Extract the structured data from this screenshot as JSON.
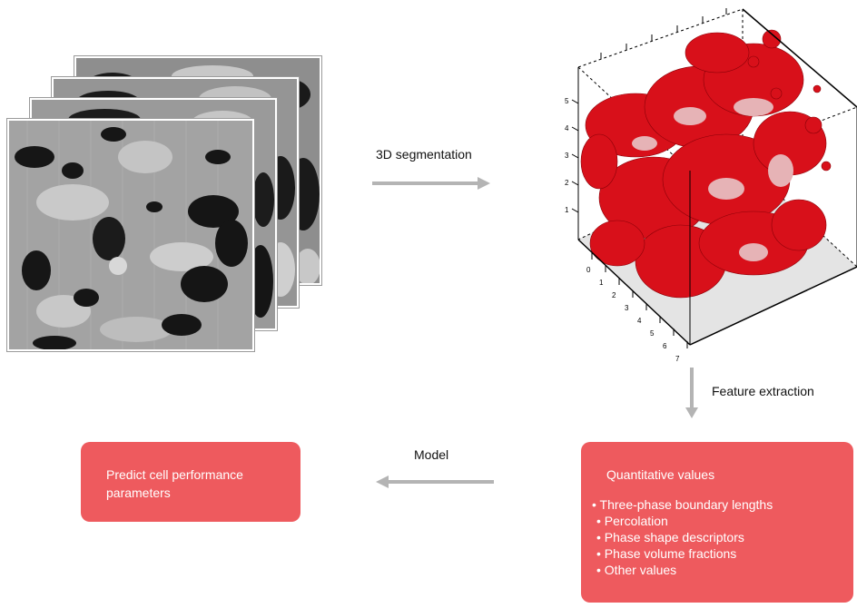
{
  "flow": {
    "segmentation_label": "3D segmentation",
    "feature_label": "Feature extraction",
    "model_label": "Model"
  },
  "predict_box": {
    "text_line1": "Predict cell performance",
    "text_line2": "parameters"
  },
  "quant_box": {
    "title": "Quantitative values",
    "items": [
      "• Three-phase boundary lengths",
      "• Percolation",
      "• Phase shape descriptors",
      "• Phase volume fractions",
      "• Other values"
    ]
  },
  "cube": {
    "z_ticks": [
      "1",
      "2",
      "3",
      "4",
      "5"
    ],
    "x_ticks": [
      "0",
      "1",
      "2",
      "3",
      "4",
      "5",
      "6",
      "7"
    ]
  },
  "colors": {
    "accent_box": "#ee5a5e",
    "arrow": "#b4b4b4",
    "structure_red": "#d8101a"
  }
}
